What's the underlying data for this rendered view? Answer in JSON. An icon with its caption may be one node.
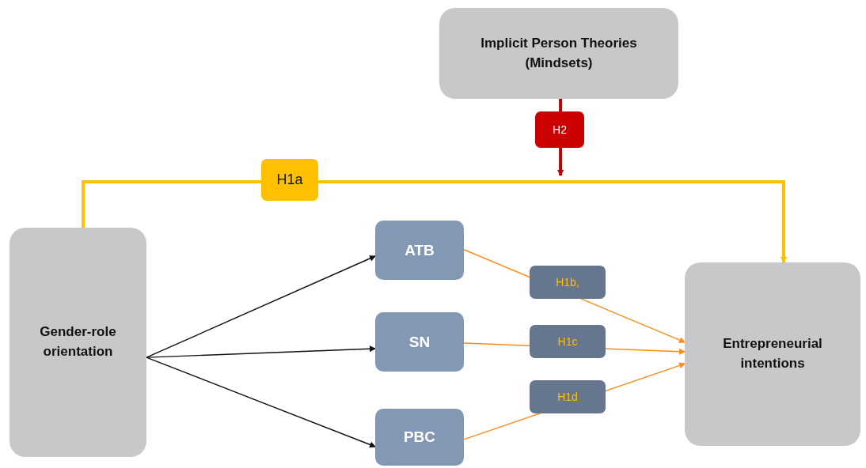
{
  "diagram": {
    "nodes": [
      {
        "text": [
          "Implicit Person Theories (Mindsets)"
        ]
      },
      {
        "text": [
          "Gender-role orientation"
        ]
      },
      {
        "text": [
          "ATB"
        ]
      },
      {
        "text": [
          "SN"
        ]
      },
      {
        "text": [
          "PBC"
        ]
      },
      {
        "text": [
          "Entrepreneurial intentions"
        ]
      }
    ],
    "edges": [
      {
        "from": 1,
        "to": 5,
        "arrow": "to",
        "label": "H1a",
        "style": "thick",
        "color": "#ffc000"
      },
      {
        "from": 0,
        "to": null,
        "arrow": "to",
        "label": "H2",
        "style": "thick",
        "color": "#c00000"
      },
      {
        "from": 1,
        "to": 2,
        "arrow": "to"
      },
      {
        "from": 1,
        "to": 3,
        "arrow": "to"
      },
      {
        "from": 1,
        "to": 4,
        "arrow": "to"
      },
      {
        "from": 2,
        "to": 5,
        "arrow": "to",
        "label": "H1b,",
        "color": "#ff8c1a"
      },
      {
        "from": 3,
        "to": 5,
        "arrow": "to",
        "label": "H1c",
        "color": "#ff8c1a"
      },
      {
        "from": 4,
        "to": 5,
        "arrow": "to",
        "label": "H1d",
        "color": "#ff8c1a"
      }
    ]
  }
}
